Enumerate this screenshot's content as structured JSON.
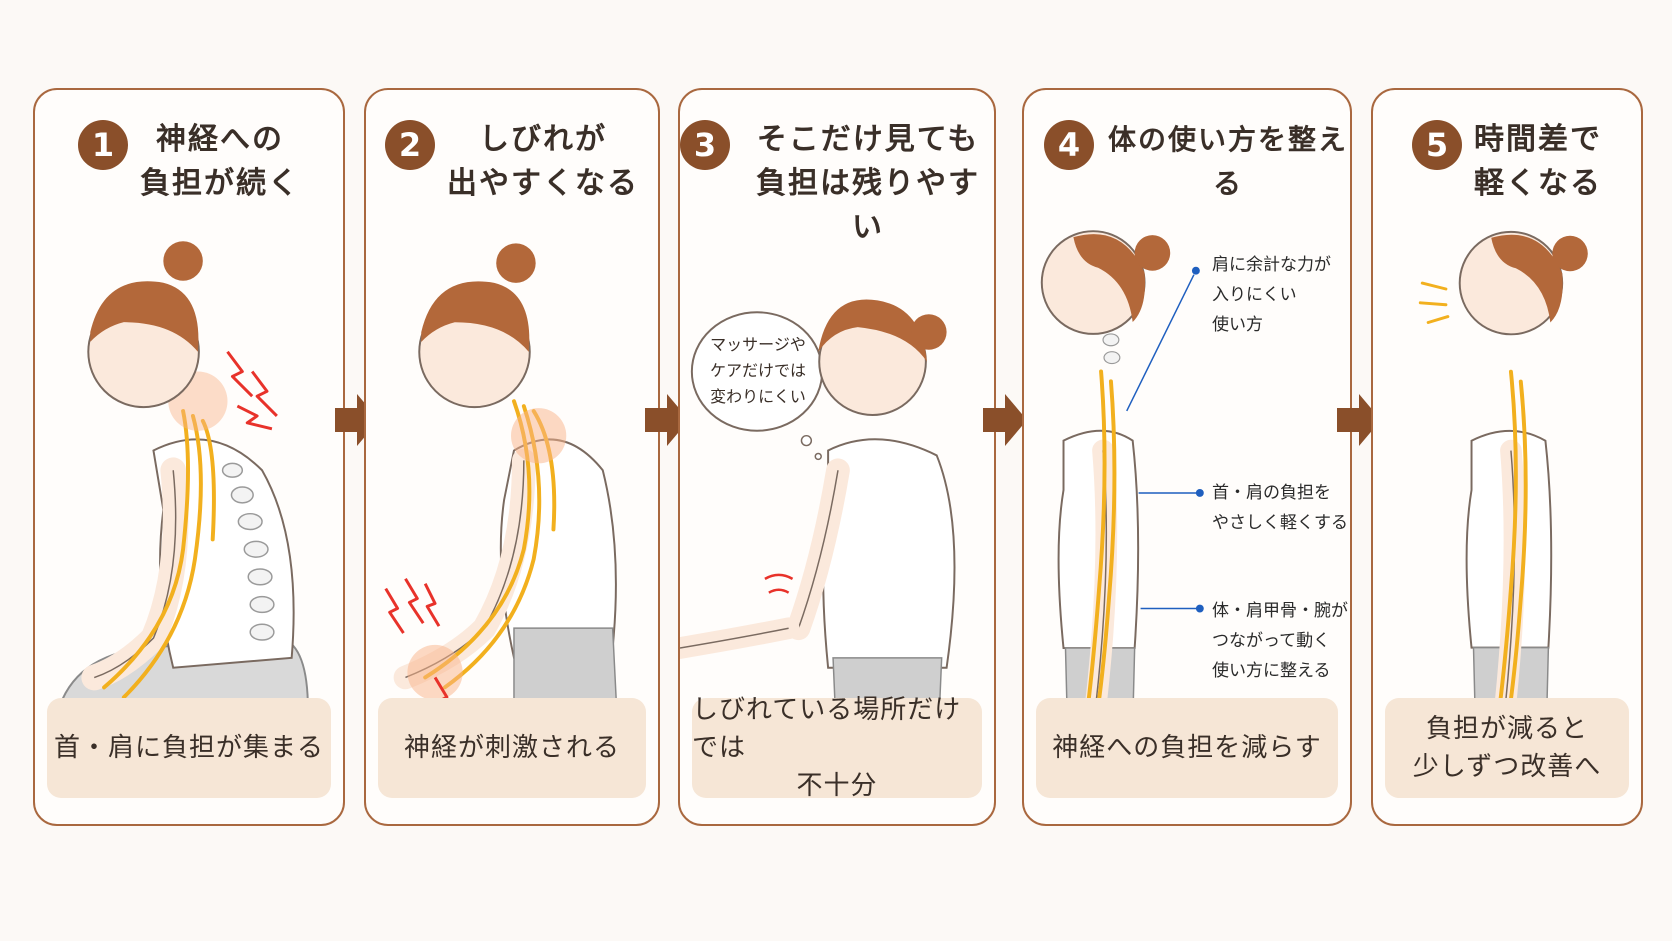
{
  "steps": [
    {
      "number": "1",
      "title": [
        "神経への",
        "負担が続く"
      ],
      "caption": [
        "首・肩に負担が集まる"
      ]
    },
    {
      "number": "2",
      "title": [
        "しびれが",
        "出やすくなる"
      ],
      "caption": [
        "神経が刺激される"
      ]
    },
    {
      "number": "3",
      "title": [
        "そこだけ見ても",
        "負担は残りやすい"
      ],
      "caption": [
        "しびれている場所だけでは",
        "不十分"
      ]
    },
    {
      "number": "4",
      "title": [
        "体の使い方を整える"
      ],
      "caption": [
        "神経への負担を減らす"
      ]
    },
    {
      "number": "5",
      "title": [
        "時間差で",
        "軽くなる"
      ],
      "caption": [
        "負担が減ると",
        "少しずつ改善へ"
      ]
    }
  ],
  "bubble": [
    "マッサージや",
    "ケアだけでは",
    "変わりにくい"
  ],
  "notes": [
    [
      "肩に余計な力が",
      "入りにくい",
      "使い方"
    ],
    [
      "首・肩の負担を",
      "やさしく軽くする"
    ],
    [
      "体・肩甲骨・腕が",
      "つながって動く",
      "使い方に整える"
    ]
  ],
  "colors": {
    "frame": "#a9683f",
    "badge": "#8a4f2a",
    "arrow": "#8a4f2a",
    "caption_bg": "#f6e6d6",
    "nerve": "#f2b01e",
    "pain": "#e8322a",
    "hair": "#b3683a",
    "skin": "#fbe9dc",
    "note_dot": "#1f5fbf"
  }
}
